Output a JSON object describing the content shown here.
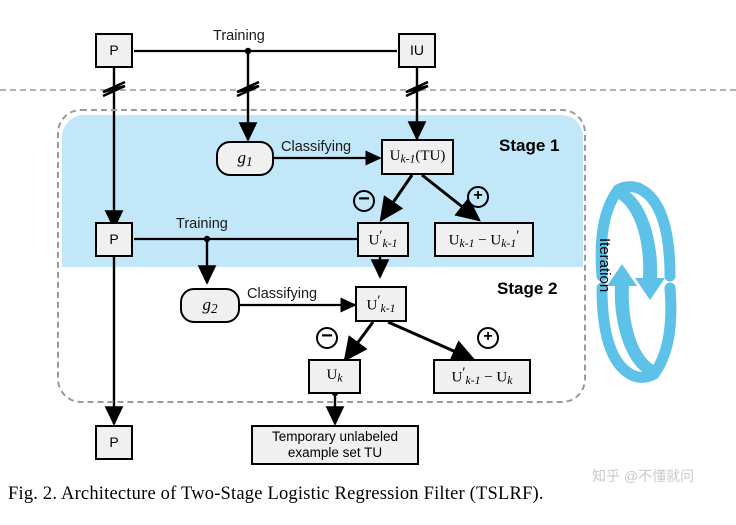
{
  "figure": {
    "caption": "Fig. 2.   Architecture of Two-Stage Logistic Regression Filter (TSLRF).",
    "watermark": "知乎 @不懂就问"
  },
  "colors": {
    "stage1_fill": "#c2e7f8",
    "node_fill": "#f0f0f0",
    "node_border": "#000000",
    "dashdot_border": "#9a9a9a",
    "iteration_arrow": "#5ec2e8",
    "caption_text": "#000000"
  },
  "top_section": {
    "p_box": "P",
    "iu_box": "IU",
    "training_label": "Training"
  },
  "stage1": {
    "title": "Stage 1",
    "classifier_box": "g1",
    "classifier_sub": "1",
    "classifying_label": "Classifying",
    "unlabeled_box": "U",
    "unlabeled_sub": "k-1",
    "unlabeled_suffix": "(TU)",
    "p_box": "P",
    "training_label": "Training",
    "negative_badge": "−",
    "positive_badge": "+",
    "neg_result_main": "U",
    "neg_result_sub": "k-1",
    "pos_result": "U",
    "pos_result_sub_a": "k-1",
    "pos_result_sub_b": "k-1"
  },
  "stage2": {
    "title": "Stage 2",
    "classifier_box": "g2",
    "classifier_sub": "2",
    "classifying_label": "Classifying",
    "input_box_main": "U",
    "input_box_sub": "k-1",
    "negative_badge": "−",
    "positive_badge": "+",
    "neg_result_main": "U",
    "neg_result_sub": "k",
    "pos_result_sub_a": "k-1",
    "pos_result_sub_b": "k"
  },
  "bottom": {
    "p_box": "P",
    "tu_box_line1": "Temporary unlabeled",
    "tu_box_line2": "example set TU"
  },
  "iteration": {
    "label": "Iteration"
  }
}
